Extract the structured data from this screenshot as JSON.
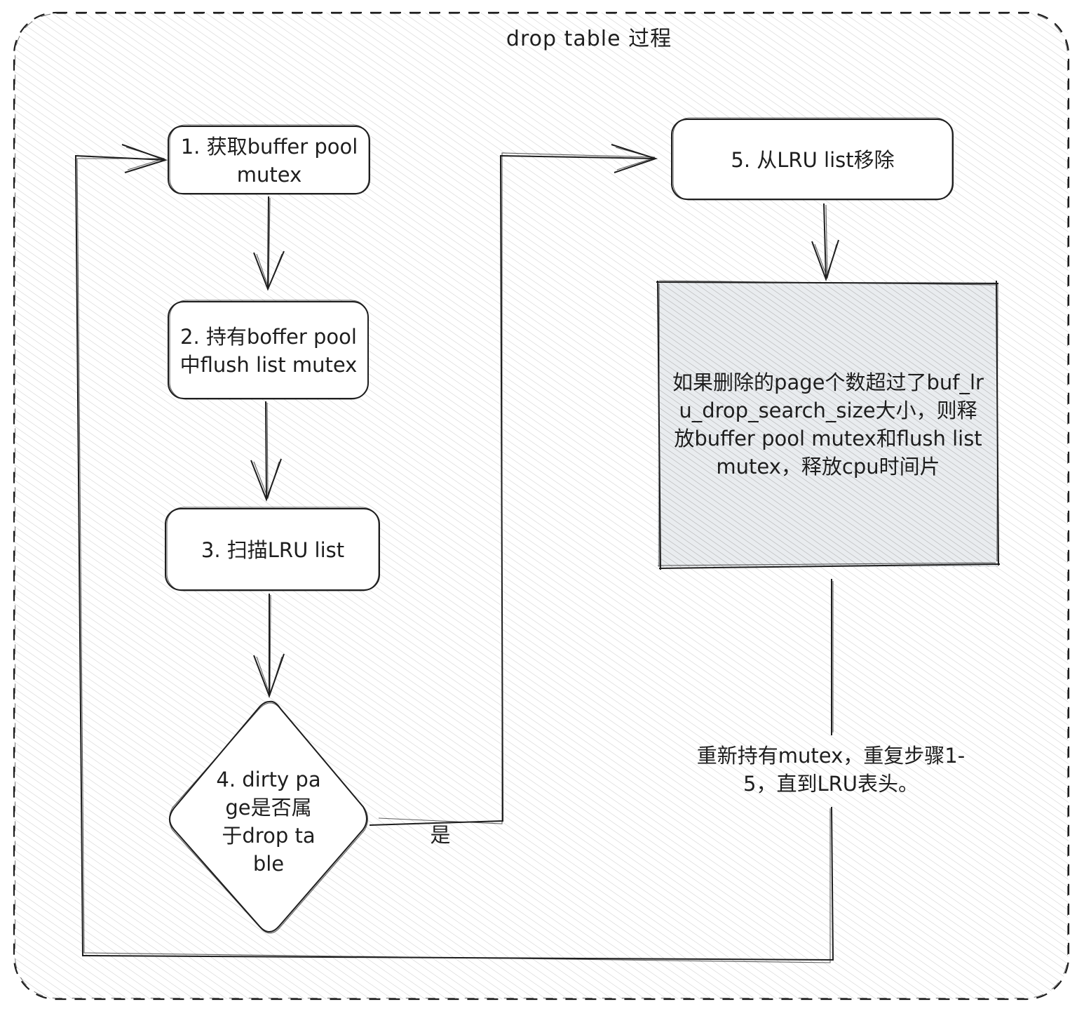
{
  "diagram": {
    "title": "drop table 过程",
    "nodes": [
      {
        "id": "step1",
        "shape": "rounded-rect",
        "label": "1. 获取buffer pool mutex"
      },
      {
        "id": "step2",
        "shape": "rounded-rect",
        "label": "2. 持有boffer pool中flush list mutex"
      },
      {
        "id": "step3",
        "shape": "rounded-rect",
        "label": "3. 扫描LRU list"
      },
      {
        "id": "step4",
        "shape": "diamond",
        "label": "4. dirty page是否属于drop table"
      },
      {
        "id": "step5",
        "shape": "rounded-rect",
        "label": "5. 从LRU list移除"
      },
      {
        "id": "note",
        "shape": "rect",
        "fill": "#e9ecef",
        "label": "如果删除的page个数超过了buf_lru_drop_search_size大小，则释放buffer pool mutex和flush list mutex，释放cpu时间片"
      }
    ],
    "edges": [
      {
        "from": "step1",
        "to": "step2",
        "label": ""
      },
      {
        "from": "step2",
        "to": "step3",
        "label": ""
      },
      {
        "from": "step3",
        "to": "step4",
        "label": ""
      },
      {
        "from": "step4",
        "to": "step5",
        "label": "是"
      },
      {
        "from": "step5",
        "to": "note",
        "label": ""
      },
      {
        "from": "note",
        "to": "step1",
        "label": "重新持有mutex，重复步骤1-5，直到LRU表头。"
      }
    ]
  },
  "colors": {
    "stroke": "#1e1e1e",
    "note_fill": "#e9ecef",
    "hatch": "#d0d0d0",
    "background": "#ffffff"
  }
}
